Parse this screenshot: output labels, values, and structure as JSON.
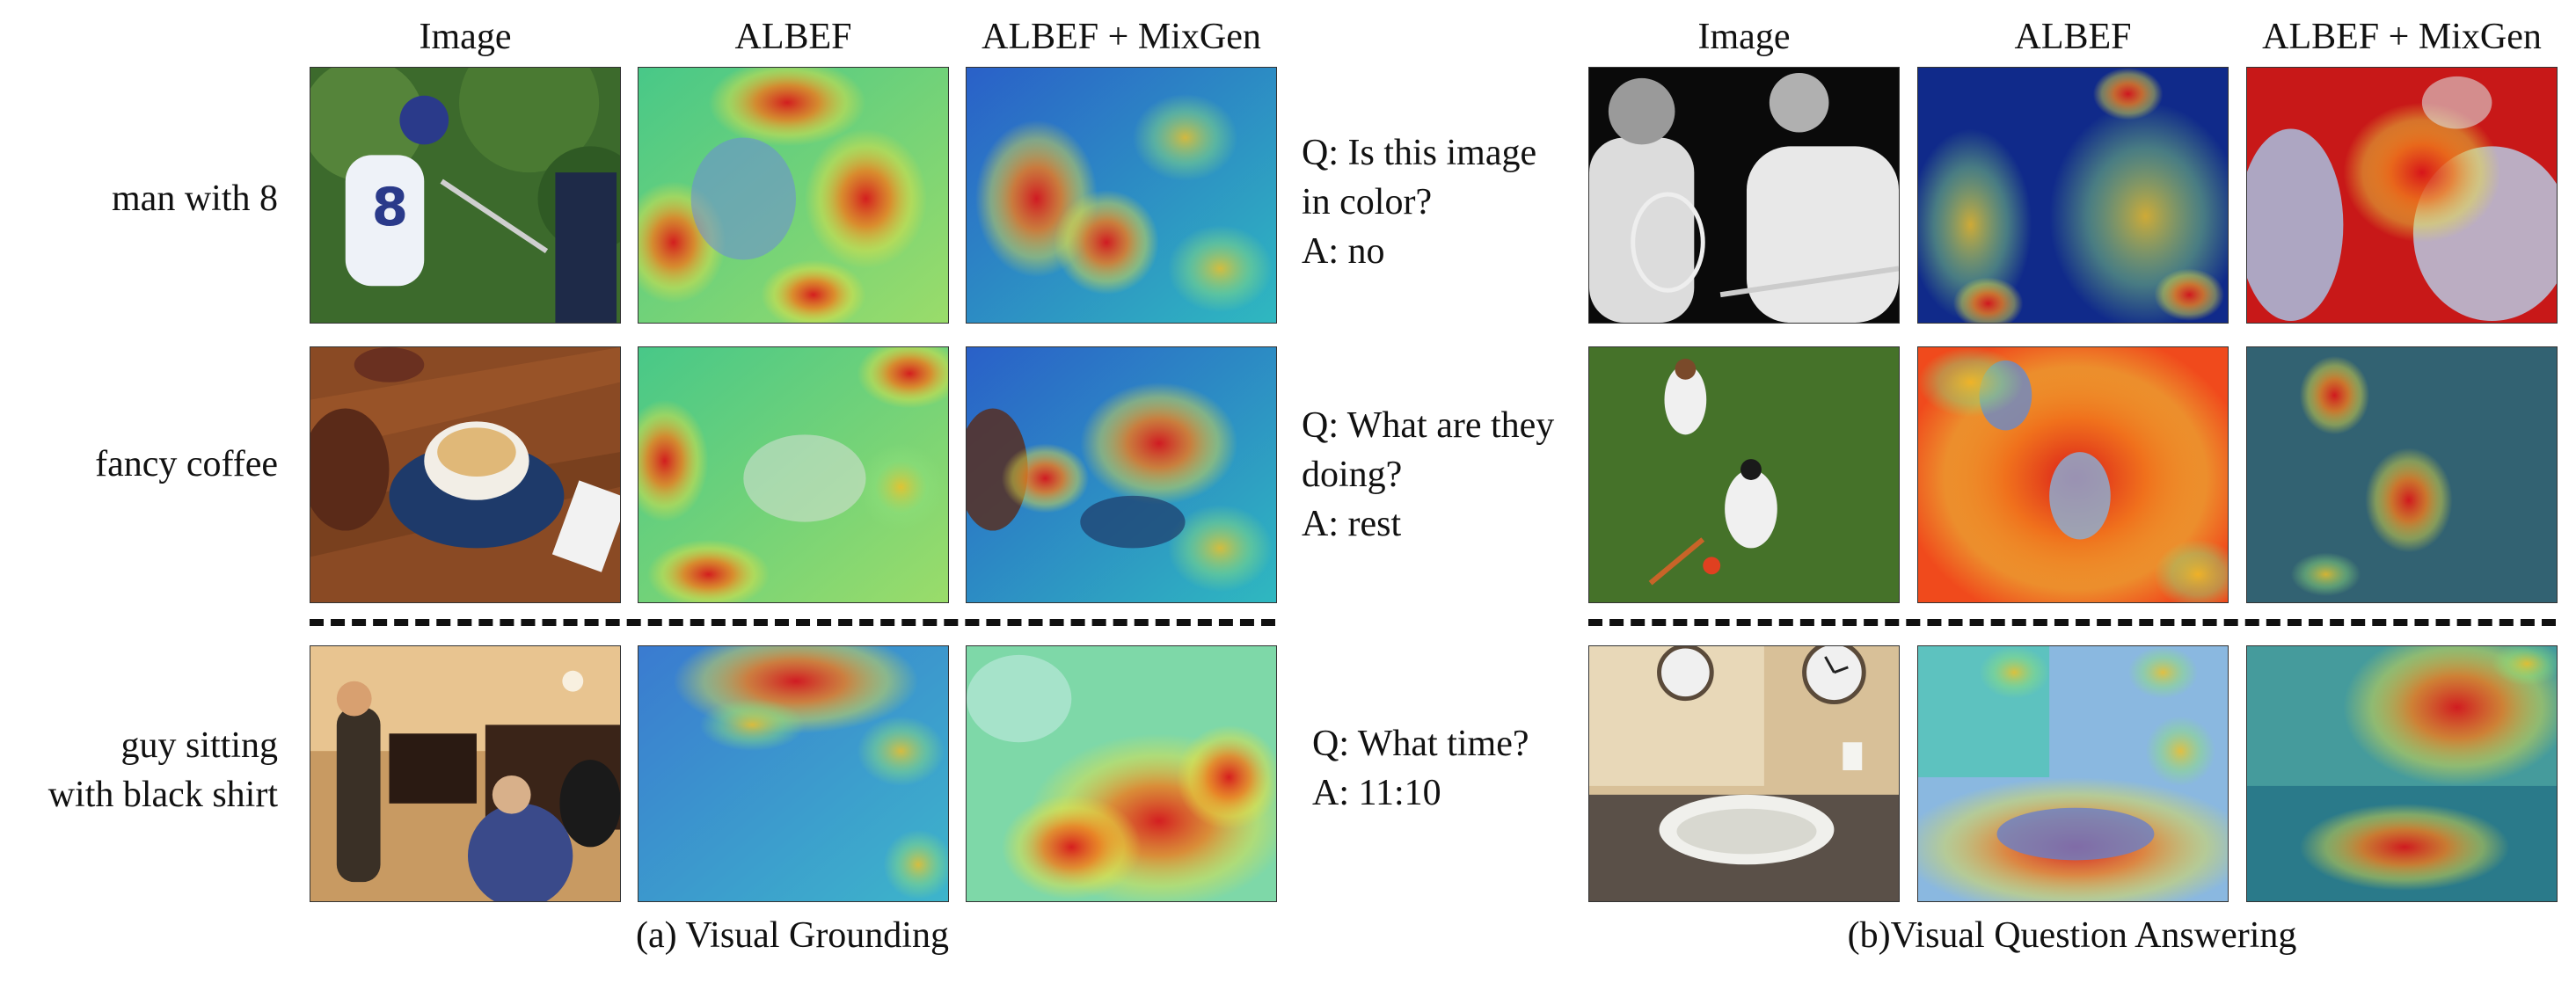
{
  "left_panel": {
    "headers": [
      "Image",
      "ALBEF",
      "ALBEF + MixGen"
    ],
    "rows": [
      {
        "label": "man with 8",
        "image": "baseball batter with catcher"
      },
      {
        "label": "fancy coffee",
        "image": "latte art cup on wooden table"
      },
      {
        "label_lines": [
          "guy sitting",
          "with black shirt"
        ],
        "image": "people in a living room with guitar player"
      }
    ],
    "caption": "(a) Visual Grounding"
  },
  "right_panel": {
    "headers": [
      "Image",
      "ALBEF",
      "ALBEF + MixGen"
    ],
    "rows": [
      {
        "q_lines": [
          "Q: Is this image",
          "in color?"
        ],
        "a": "A: no",
        "image": "black and white photo of two tennis players"
      },
      {
        "q_lines": [
          "Q: What are they",
          "doing?"
        ],
        "a": "A: rest",
        "image": "two baseball players resting on grass"
      },
      {
        "q_lines": [
          "Q: What time?"
        ],
        "a": "A: 11:10",
        "image": "bathroom sink with wall clock"
      }
    ],
    "caption": "(b)Visual Question Answering"
  },
  "colors": {
    "heat_low": "#1a3fb8",
    "heat_mid": "#2fd0a0",
    "heat_high": "#e8231a",
    "dash": "#111111"
  }
}
